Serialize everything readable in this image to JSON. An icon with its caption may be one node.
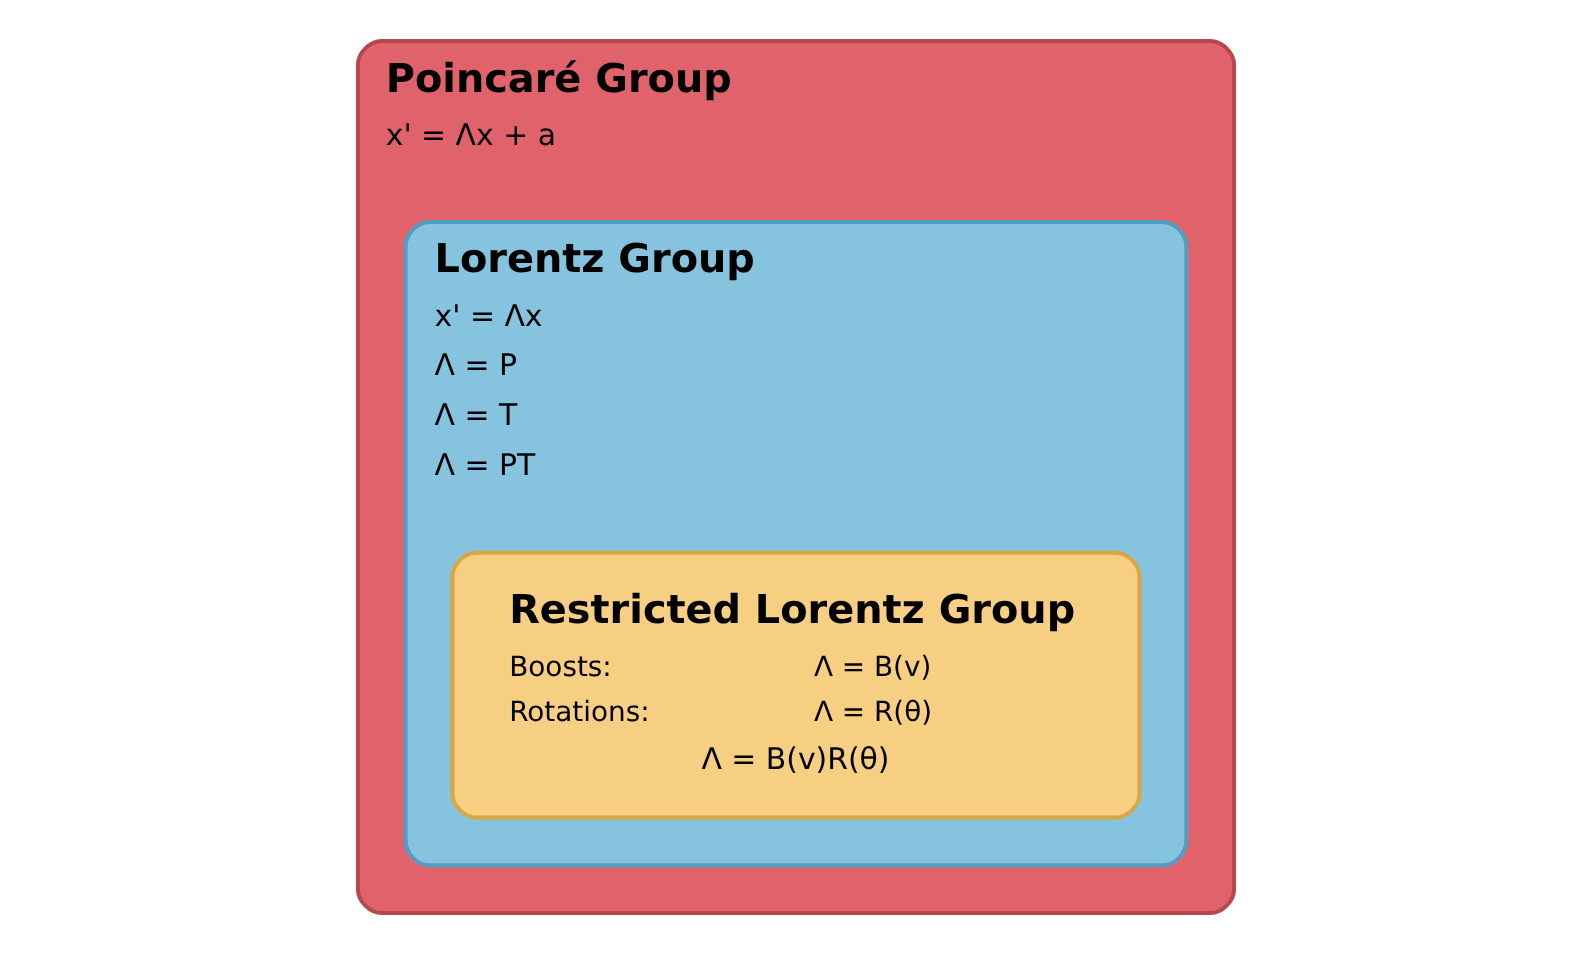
{
  "diagram": {
    "nodes": [
      {
        "text": [
          "Poincaré Group",
          "x' = Λx + a"
        ]
      },
      {
        "text": [
          "Lorentz Group",
          "x' = Λx",
          "Λ = P",
          "Λ = T",
          "Λ = PT"
        ],
        "in": 0
      },
      {
        "text": [
          "Restricted Lorentz Group",
          "Boosts:",
          "Λ = B(v)",
          "Rotations:",
          "Λ = R(θ)",
          "Λ = B(v)R(θ)"
        ],
        "in": 1
      }
    ],
    "edges": []
  }
}
